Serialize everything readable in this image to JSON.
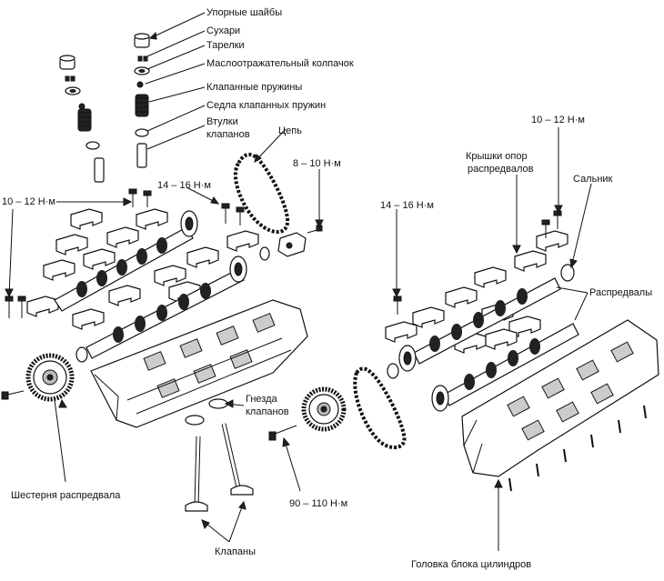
{
  "labels": {
    "thrust_washers": "Упорные шайбы",
    "keepers": "Сухари",
    "retainers": "Тарелки",
    "oil_cap": "Маслоотражательный колпачок",
    "valve_springs": "Клапанные пружины",
    "spring_seats": "Седла клапанных пружин",
    "guides_line1": "Втулки",
    "guides_line2": "клапанов",
    "chain": "Цепь",
    "torque_8_10": "8 – 10 Н·м",
    "torque_14_16_left": "14 – 16 Н·м",
    "torque_10_12_left": "10 – 12 Н·м",
    "torque_10_12_right": "10 – 12 Н·м",
    "caps_line1": "Крышки опор",
    "caps_line2": "распредвалов",
    "seal": "Сальник",
    "torque_14_16_right": "14 – 16 Н·м",
    "camshafts": "Распредвалы",
    "seats_line1": "Гнезда",
    "seats_line2": "клапанов",
    "sprocket": "Шестерня распредвала",
    "torque_90_110": "90 – 110 Н·м",
    "valves": "Клапаны",
    "cylinder_head": "Головка блока цилиндров"
  }
}
